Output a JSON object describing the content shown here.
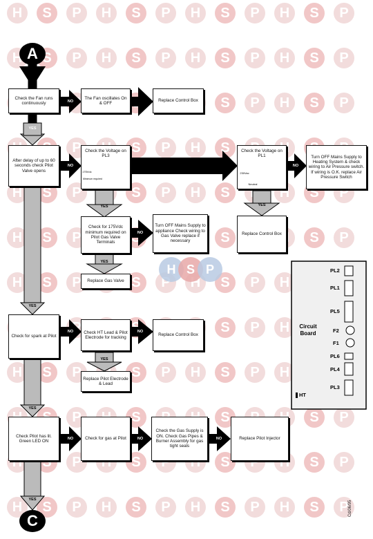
{
  "watermark": {
    "letters": [
      "H",
      "S",
      "P"
    ],
    "colors": {
      "H": "#f2dcdc",
      "S": "#f1c7c7",
      "P": "#f2dcdc"
    },
    "center_colors": {
      "H": "#b9cbe3",
      "S": "#e8a9a9",
      "P": "#b9cbe3"
    }
  },
  "terminals": {
    "start": "A",
    "end": "C"
  },
  "decisions": {
    "yes": "YES",
    "no": "NO"
  },
  "boxes": {
    "fan_runs": "Check the Fan runs continuously",
    "fan_oscillates": "The Fan oscillates On & OFF",
    "replace_cb_1": "Replace Control Box",
    "pilot_opens": "After delay of up to 60 seconds check Pilot Valve opens",
    "voltage_pl3": "Check the Voltage on PL3",
    "voltage_pl1": "Check the Voltage on PL1",
    "turn_off_air": "Turn OFF Mains Supply to Heating System & check wiring to Air Pressure switch. If wiring is O.K. replace Air Pressure Switch",
    "check_175v": "Check for 175Vdc minimum required on Pilot Gas Valve Terminals",
    "turn_off_gas": "Turn OFF Mains Supply to appliance Check wiring to Gas Valve replace if necessary",
    "replace_cb_2": "Replace Control Box",
    "replace_gas_valve": "Replace Gas Valve",
    "spark_pilot": "Check for spark at Pilot",
    "ht_lead": "Check HT Lead & Pilot Electrode for tracking",
    "replace_cb_3": "Replace Control Box",
    "replace_electrode": "Replace Pilot Electrode & Lead",
    "pilot_lit": "Check Pilot has lit. Green LED ON",
    "gas_pilot": "Check for gas at Pilot",
    "gas_supply": "Check the Gas Supply is ON. Check Gas Pipes & Burner Assembly for gas tight seals",
    "replace_injector": "Replace Pilot Injector"
  },
  "meter_labels": {
    "pl3_meter": "175Vdc",
    "pl3_required": "Minimum required",
    "pl1_meter": "230Vac",
    "pl1_neutral": "Neutral"
  },
  "circuit_board": {
    "title_line1": "Circuit",
    "title_line2": "Board",
    "connectors": [
      "PL2",
      "PL1",
      "PL5",
      "PL6",
      "PL4",
      "PL3"
    ],
    "fuses": [
      "F2",
      "F1"
    ],
    "ht_label": "HT"
  },
  "side_code": "Cd/06/95"
}
